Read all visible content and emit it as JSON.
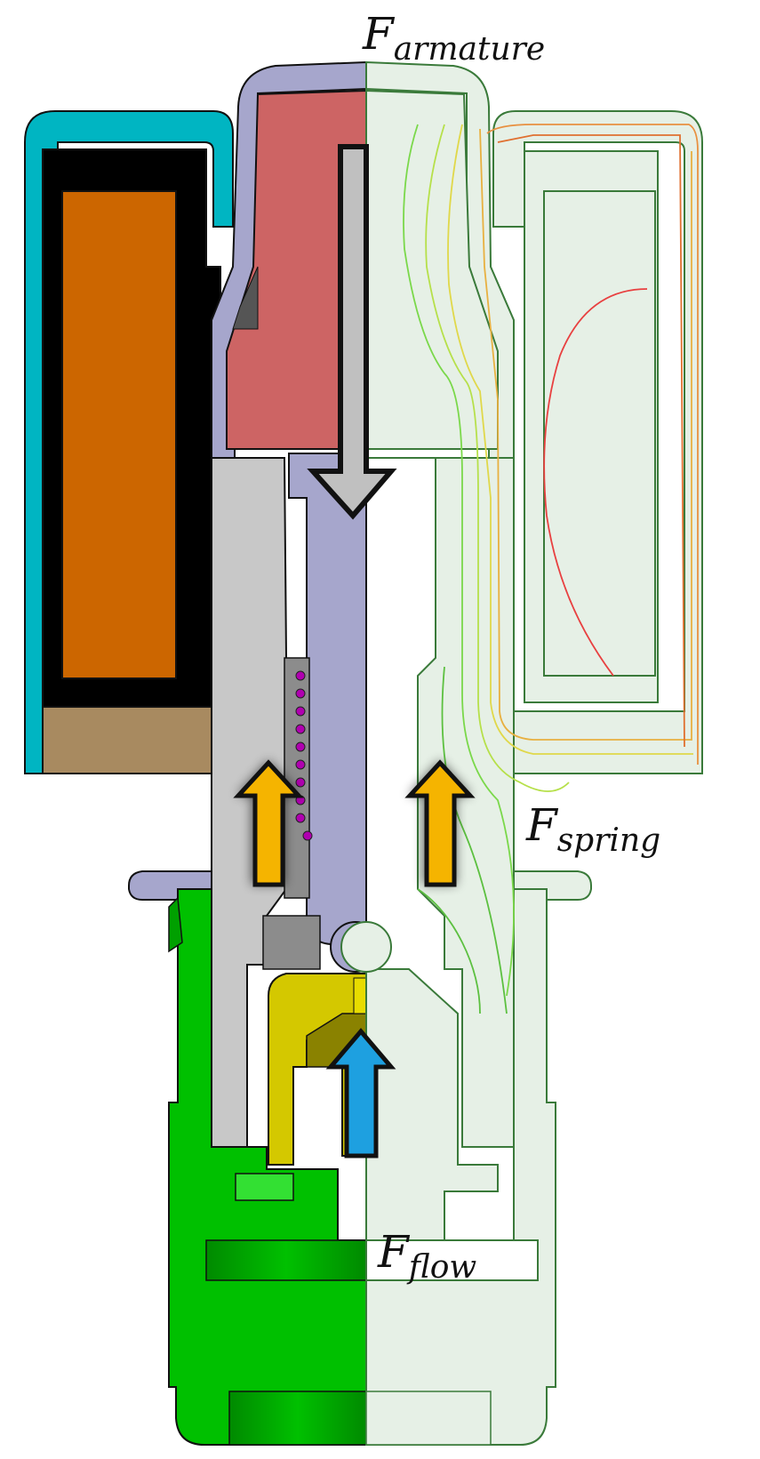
{
  "labels": {
    "armature": {
      "main": "F",
      "sub": "armature"
    },
    "spring": {
      "main": "F",
      "sub": "spring"
    },
    "flow": {
      "main": "F",
      "sub": "flow"
    }
  },
  "colors": {
    "coil": "#cc6600",
    "yoke": "#00b5c2",
    "yoke_inner": "#000000",
    "bobbin_base": "#a88a60",
    "armature_tube": "#a6a6cc",
    "pole_piece": "#cd6464",
    "housing_grey": "#c8c8c8",
    "valve_body": "#00c000",
    "poppet": "#d4c800",
    "field_bg": "#e6f0e6",
    "field_outline": "#3a7a3a",
    "arrow_armature": "#c0c0c0",
    "arrow_spring": "#f5b400",
    "arrow_flow": "#1ea0e0",
    "spring_coils": "#b000b0"
  },
  "icons": {
    "armature_arrow": "arrow-down-icon",
    "spring_arrows": "arrow-up-icon",
    "flow_arrow": "arrow-up-icon"
  }
}
